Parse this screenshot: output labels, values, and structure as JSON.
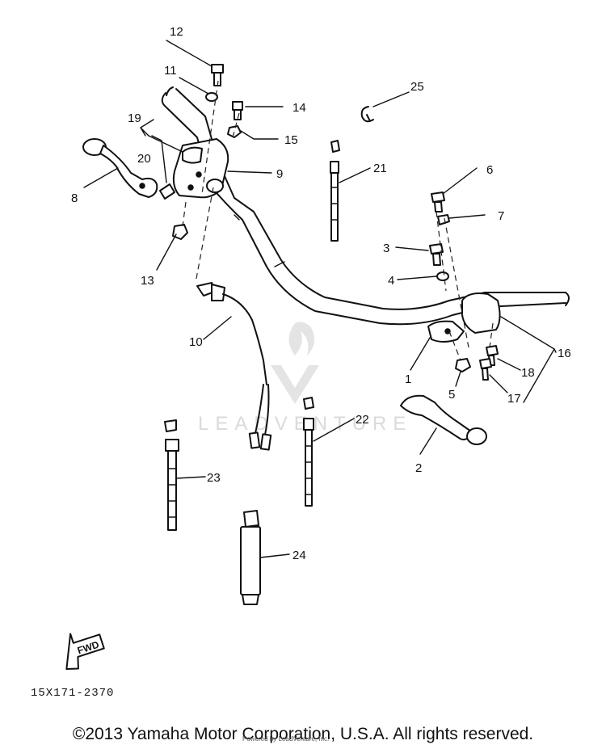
{
  "diagram": {
    "callouts": [
      "1",
      "2",
      "3",
      "4",
      "5",
      "6",
      "7",
      "8",
      "9",
      "10",
      "11",
      "12",
      "13",
      "14",
      "15",
      "16",
      "17",
      "18",
      "19",
      "20",
      "21",
      "22",
      "23",
      "24",
      "25"
    ],
    "watermark": "LEADVENTURE",
    "fwd_label": "FWD",
    "part_code": "15X171-2370"
  },
  "footer": {
    "copyright": "©2013 Yamaha Motor Corporation, U.S.A. All rights reserved.",
    "fine_print": "Powered by LeadVenture, Inc."
  }
}
